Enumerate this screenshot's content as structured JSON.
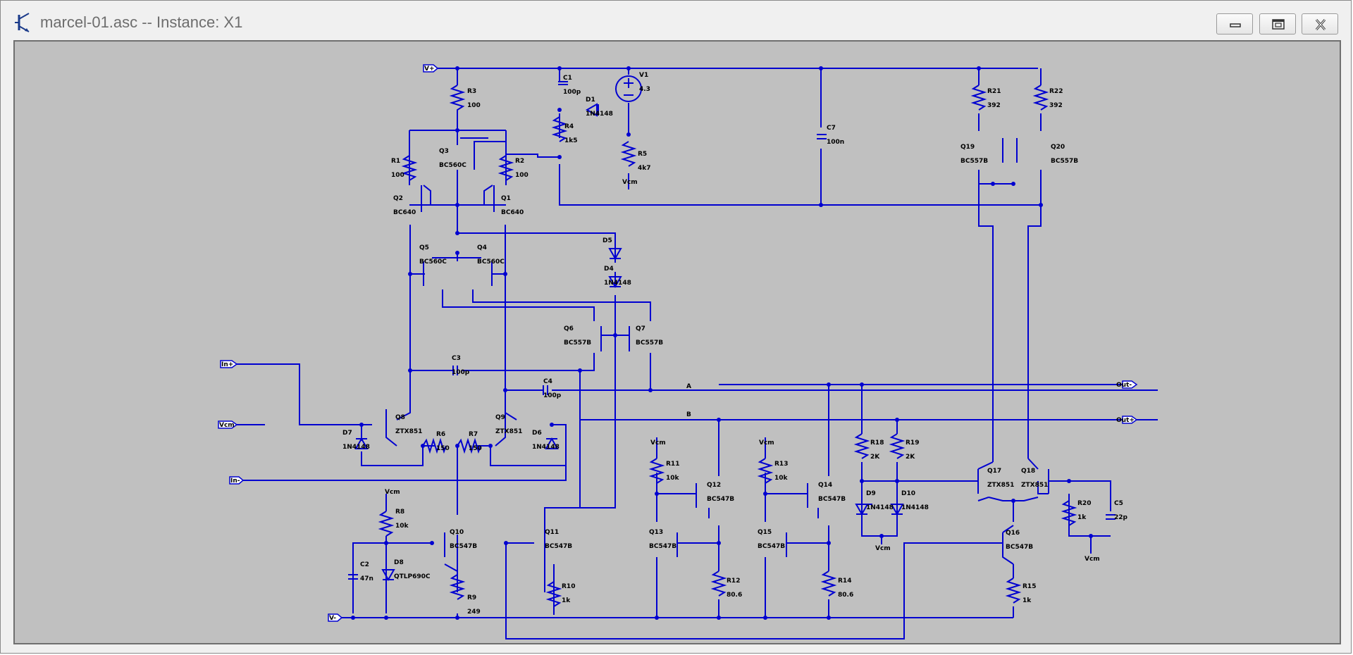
{
  "window": {
    "title": "marcel-01.asc -- Instance: X1",
    "controls": {
      "minimize": "minimize-icon",
      "maximize": "maximize-icon",
      "close": "close-icon"
    }
  },
  "colors": {
    "wire": "#0000d0",
    "background": "#c0c0c0",
    "text": "#000000"
  },
  "ports": {
    "vplus": "V+",
    "vminus": "V-",
    "inplus": "In+",
    "inminus": "In-",
    "vcm": "Vcm",
    "outminus": "Out-",
    "outplus": "Out+"
  },
  "nets": {
    "a": "A",
    "b": "B",
    "vcm": "Vcm"
  },
  "components": [
    {
      "ref": "R3",
      "value": "100"
    },
    {
      "ref": "C1",
      "value": "100p"
    },
    {
      "ref": "D1",
      "value": "1N4148"
    },
    {
      "ref": "V1",
      "value": "4.3"
    },
    {
      "ref": "R4",
      "value": "1k5"
    },
    {
      "ref": "R5",
      "value": "4k7"
    },
    {
      "ref": "C7",
      "value": "100n"
    },
    {
      "ref": "R21",
      "value": "392"
    },
    {
      "ref": "R22",
      "value": "392"
    },
    {
      "ref": "Q19",
      "value": "BC557B"
    },
    {
      "ref": "Q20",
      "value": "BC557B"
    },
    {
      "ref": "R1",
      "value": "100"
    },
    {
      "ref": "R2",
      "value": "100"
    },
    {
      "ref": "Q3",
      "value": "BC560C"
    },
    {
      "ref": "Q2",
      "value": "BC640"
    },
    {
      "ref": "Q1",
      "value": "BC640"
    },
    {
      "ref": "Q5",
      "value": "BC560C"
    },
    {
      "ref": "Q4",
      "value": "BC560C"
    },
    {
      "ref": "D5",
      "value": ""
    },
    {
      "ref": "D4",
      "value": "1N4148"
    },
    {
      "ref": "Q6",
      "value": "BC557B"
    },
    {
      "ref": "Q7",
      "value": "BC557B"
    },
    {
      "ref": "C3",
      "value": "100p"
    },
    {
      "ref": "C4",
      "value": "100p"
    },
    {
      "ref": "Q8",
      "value": "ZTX851"
    },
    {
      "ref": "Q9",
      "value": "ZTX851"
    },
    {
      "ref": "D7",
      "value": "1N4148"
    },
    {
      "ref": "D6",
      "value": "1N4148"
    },
    {
      "ref": "R6",
      "value": "150"
    },
    {
      "ref": "R7",
      "value": "150"
    },
    {
      "ref": "R8",
      "value": "10k"
    },
    {
      "ref": "C2",
      "value": "47n"
    },
    {
      "ref": "D8",
      "value": "QTLP690C"
    },
    {
      "ref": "Q10",
      "value": "BC547B"
    },
    {
      "ref": "R9",
      "value": "249"
    },
    {
      "ref": "Q11",
      "value": "BC547B"
    },
    {
      "ref": "R10",
      "value": "1k"
    },
    {
      "ref": "R11",
      "value": "10k"
    },
    {
      "ref": "Q12",
      "value": "BC547B"
    },
    {
      "ref": "Q13",
      "value": "BC547B"
    },
    {
      "ref": "R12",
      "value": "80.6"
    },
    {
      "ref": "R13",
      "value": "10k"
    },
    {
      "ref": "Q14",
      "value": "BC547B"
    },
    {
      "ref": "Q15",
      "value": "BC547B"
    },
    {
      "ref": "R14",
      "value": "80.6"
    },
    {
      "ref": "R18",
      "value": "2K"
    },
    {
      "ref": "R19",
      "value": "2K"
    },
    {
      "ref": "D9",
      "value": "1N4148"
    },
    {
      "ref": "D10",
      "value": "1N4148"
    },
    {
      "ref": "Q17",
      "value": "ZTX851"
    },
    {
      "ref": "Q18",
      "value": "ZTX851"
    },
    {
      "ref": "Q16",
      "value": "BC547B"
    },
    {
      "ref": "R15",
      "value": "1k"
    },
    {
      "ref": "R20",
      "value": "1k"
    },
    {
      "ref": "C5",
      "value": "22p"
    }
  ]
}
